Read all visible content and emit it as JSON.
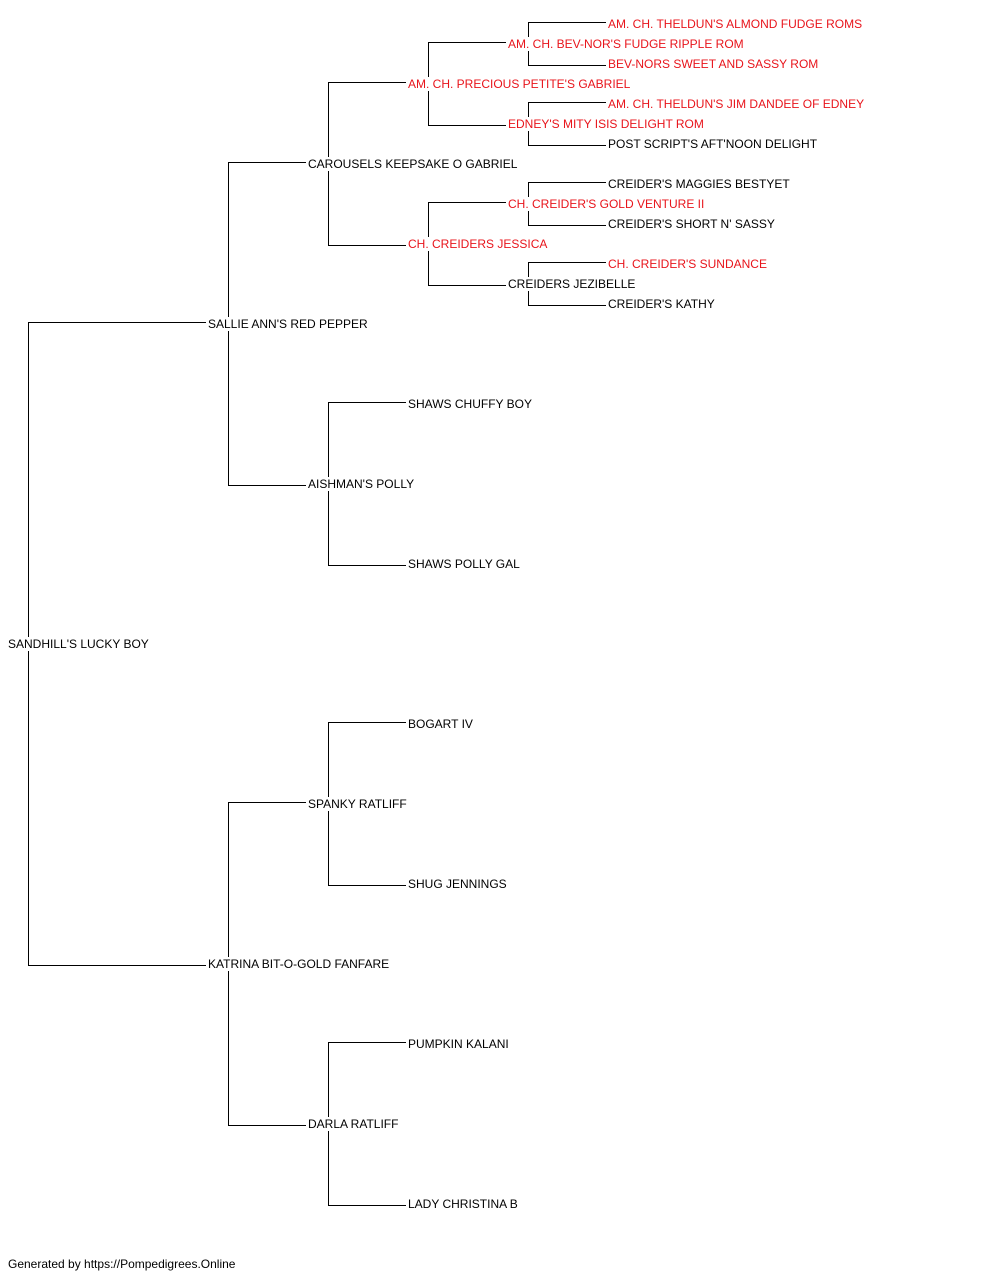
{
  "colors": {
    "champion": "#e8141b",
    "normal": "#000000",
    "line": "#000000"
  },
  "pedigree": {
    "subject": {
      "name": "SANDHILL'S LUCKY BOY",
      "champion": false
    },
    "sire": {
      "name": "SALLIE ANN'S RED PEPPER",
      "champion": false
    },
    "dam": {
      "name": "KATRINA BIT-O-GOLD FANFARE",
      "champion": false
    },
    "sire_sire": {
      "name": "CAROUSELS KEEPSAKE O GABRIEL",
      "champion": false
    },
    "sire_dam": {
      "name": "AISHMAN'S POLLY",
      "champion": false
    },
    "dam_sire": {
      "name": "SPANKY RATLIFF",
      "champion": false
    },
    "dam_dam": {
      "name": "DARLA RATLIFF",
      "champion": false
    },
    "ss_sire": {
      "name": "AM. CH. PRECIOUS PETITE'S GABRIEL",
      "champion": true
    },
    "ss_dam": {
      "name": "CH. CREIDERS JESSICA",
      "champion": true
    },
    "sd_sire": {
      "name": "SHAWS CHUFFY BOY",
      "champion": false
    },
    "sd_dam": {
      "name": "SHAWS POLLY GAL",
      "champion": false
    },
    "ds_sire": {
      "name": "BOGART IV",
      "champion": false
    },
    "ds_dam": {
      "name": "SHUG JENNINGS",
      "champion": false
    },
    "dd_sire": {
      "name": "PUMPKIN KALANI",
      "champion": false
    },
    "dd_dam": {
      "name": "LADY CHRISTINA B",
      "champion": false
    },
    "sss_sire": {
      "name": "AM. CH. BEV-NOR'S FUDGE RIPPLE ROM",
      "champion": true
    },
    "sss_dam": {
      "name": "EDNEY'S MITY ISIS DELIGHT ROM",
      "champion": true
    },
    "ssd_sire": {
      "name": "CH. CREIDER'S GOLD VENTURE II",
      "champion": true
    },
    "ssd_dam": {
      "name": "CREIDERS JEZIBELLE",
      "champion": false
    },
    "ssss_sire": {
      "name": "AM. CH. THELDUN'S ALMOND FUDGE ROMS",
      "champion": true
    },
    "ssss_dam": {
      "name": "BEV-NORS SWEET AND SASSY ROM",
      "champion": true
    },
    "sssd_sire": {
      "name": "AM. CH. THELDUN'S JIM DANDEE OF EDNEY",
      "champion": true
    },
    "sssd_dam": {
      "name": "POST SCRIPT'S AFT'NOON DELIGHT",
      "champion": false
    },
    "ssds_sire": {
      "name": "CREIDER'S MAGGIES BESTYET",
      "champion": false
    },
    "ssds_dam": {
      "name": "CREIDER'S SHORT N' SASSY",
      "champion": false
    },
    "ssdd_sire": {
      "name": "CH. CREIDER'S SUNDANCE",
      "champion": true
    },
    "ssdd_dam": {
      "name": "CREIDER'S KATHY",
      "champion": false
    }
  },
  "footer": "Generated by https://Pompedigrees.Online"
}
